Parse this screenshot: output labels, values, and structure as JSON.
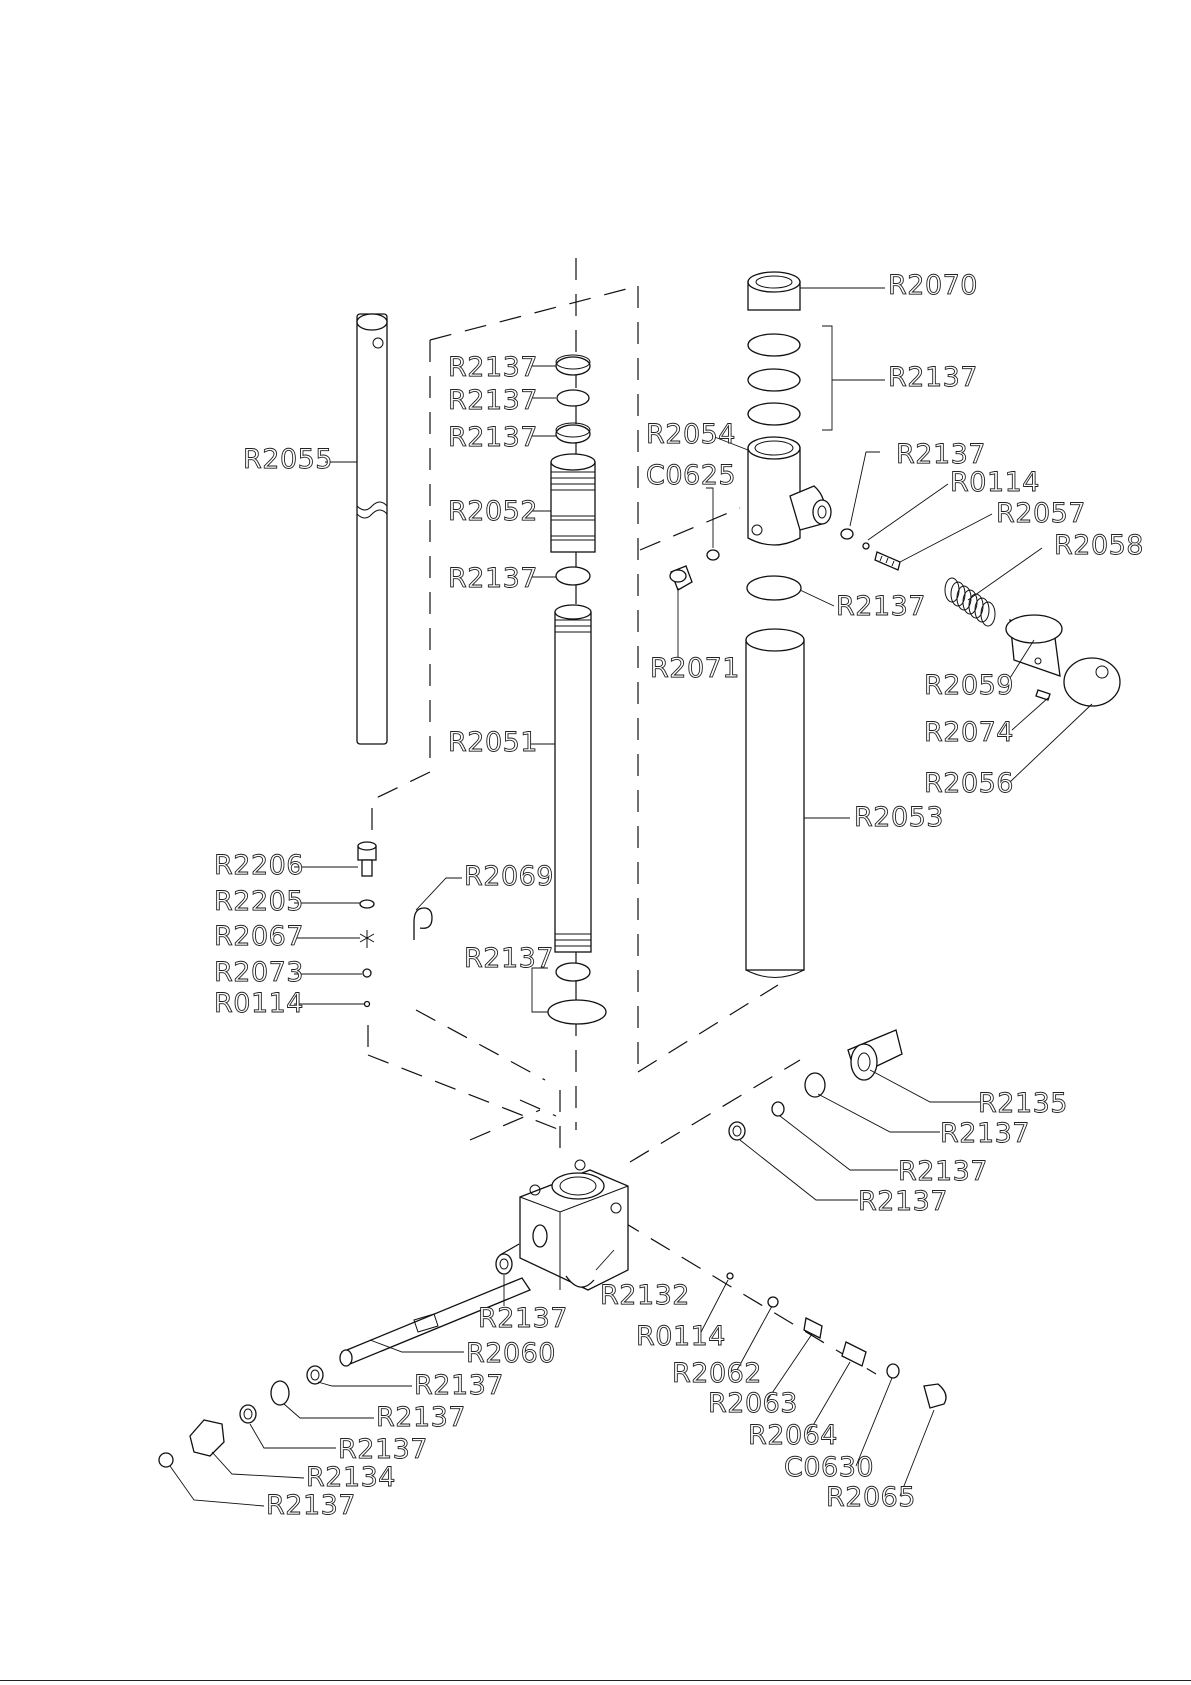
{
  "callouts": [
    {
      "id": "c1",
      "text": "R2070"
    },
    {
      "id": "c2",
      "text": "R2137"
    },
    {
      "id": "c3",
      "text": "R2137"
    },
    {
      "id": "c4",
      "text": "R2137"
    },
    {
      "id": "c5",
      "text": "R2137"
    },
    {
      "id": "c6",
      "text": "R2055"
    },
    {
      "id": "c7",
      "text": "R2052"
    },
    {
      "id": "c8",
      "text": "R2137"
    },
    {
      "id": "c9",
      "text": "R2054"
    },
    {
      "id": "c10",
      "text": "C0625"
    },
    {
      "id": "c11",
      "text": "R2137"
    },
    {
      "id": "c12",
      "text": "R0114"
    },
    {
      "id": "c13",
      "text": "R2057"
    },
    {
      "id": "c14",
      "text": "R2058"
    },
    {
      "id": "c15",
      "text": "R2137"
    },
    {
      "id": "c16",
      "text": "R2071"
    },
    {
      "id": "c17",
      "text": "R2059"
    },
    {
      "id": "c18",
      "text": "R2074"
    },
    {
      "id": "c19",
      "text": "R2051"
    },
    {
      "id": "c20",
      "text": "R2056"
    },
    {
      "id": "c21",
      "text": "R2053"
    },
    {
      "id": "c22",
      "text": "R2206"
    },
    {
      "id": "c23",
      "text": "R2069"
    },
    {
      "id": "c24",
      "text": "R2205"
    },
    {
      "id": "c25",
      "text": "R2067"
    },
    {
      "id": "c26",
      "text": "R2137"
    },
    {
      "id": "c27",
      "text": "R2073"
    },
    {
      "id": "c28",
      "text": "R0114"
    },
    {
      "id": "c29",
      "text": "R2135"
    },
    {
      "id": "c30",
      "text": "R2137"
    },
    {
      "id": "c31",
      "text": "R2137"
    },
    {
      "id": "c32",
      "text": "R2137"
    },
    {
      "id": "c33",
      "text": "R2132"
    },
    {
      "id": "c34",
      "text": "R2137"
    },
    {
      "id": "c35",
      "text": "R0114"
    },
    {
      "id": "c36",
      "text": "R2060"
    },
    {
      "id": "c37",
      "text": "R2062"
    },
    {
      "id": "c38",
      "text": "R2137"
    },
    {
      "id": "c39",
      "text": "R2063"
    },
    {
      "id": "c40",
      "text": "R2137"
    },
    {
      "id": "c41",
      "text": "R2064"
    },
    {
      "id": "c42",
      "text": "R2137"
    },
    {
      "id": "c43",
      "text": "C0630"
    },
    {
      "id": "c44",
      "text": "R2134"
    },
    {
      "id": "c45",
      "text": "R2065"
    },
    {
      "id": "c46",
      "text": "R2137"
    }
  ]
}
